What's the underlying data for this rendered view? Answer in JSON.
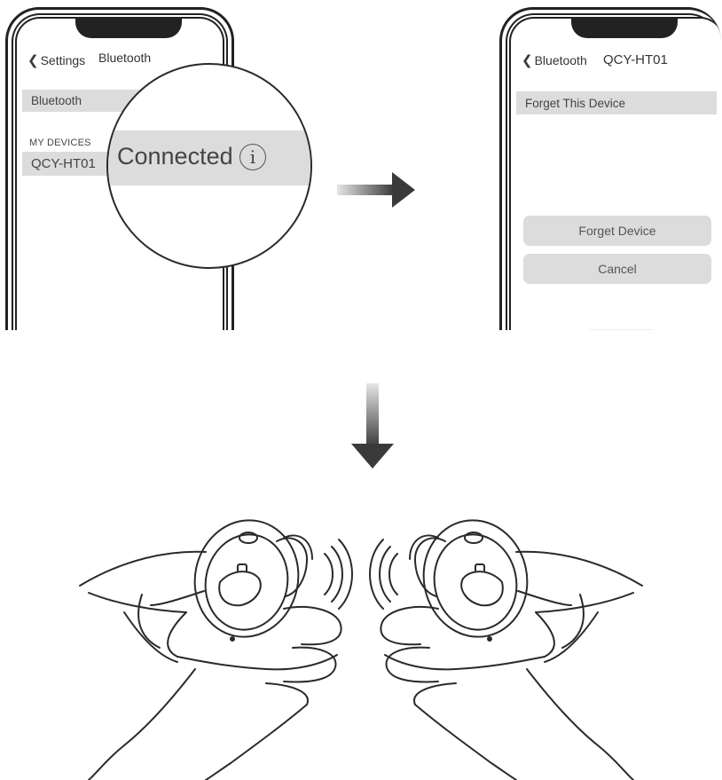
{
  "left_phone": {
    "back_label": "Settings",
    "title": "Bluetooth",
    "bluetooth_row": "Bluetooth",
    "section_label": "MY DEVICES",
    "device_name": "QCY-HT01",
    "device_status": "Connected",
    "icons": {
      "back": "chevron-left-icon",
      "info": "info-icon"
    }
  },
  "right_phone": {
    "back_label": "Bluetooth",
    "title": "QCY-HT01",
    "forget_row": "Forget This Device",
    "forget_button": "Forget Device",
    "cancel_button": "Cancel",
    "icons": {
      "back": "chevron-left-icon"
    }
  },
  "colors": {
    "row_fill": "#dcdcdc",
    "outline": "#222222",
    "arrow_gradient_start": "#e6e6e6",
    "arrow_gradient_end": "#3a3a3a"
  }
}
